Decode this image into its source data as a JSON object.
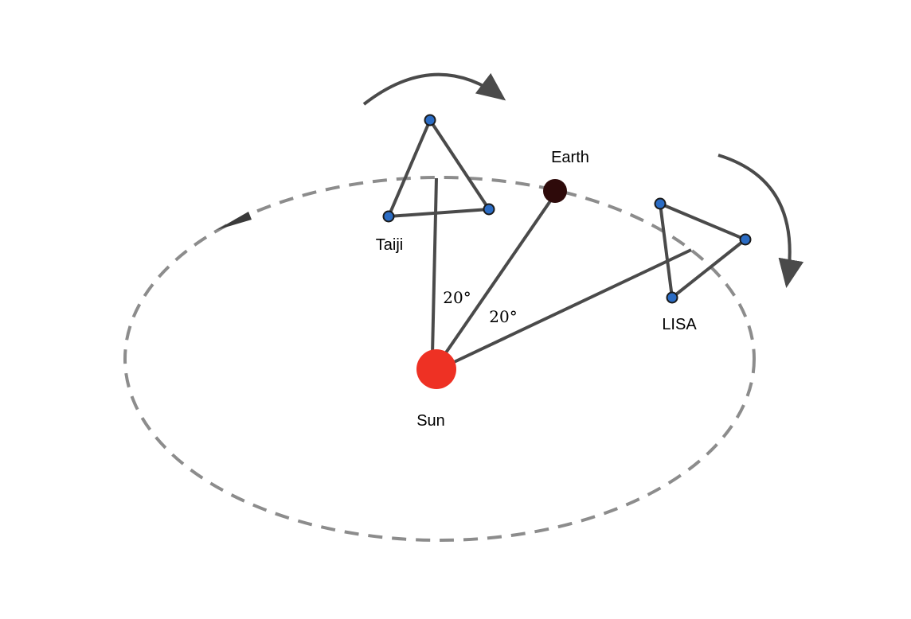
{
  "labels": {
    "earth": "Earth",
    "sun": "Sun",
    "taiji": "Taiji",
    "lisa": "LISA",
    "angle_taiji": "20°",
    "angle_lisa": "20°"
  },
  "colors": {
    "sun": "#ee3124",
    "earth": "#2e0a0a",
    "satellite": "#2b6cc4",
    "satellite_outline": "#1a1a1a",
    "line": "#4a4a4a",
    "orbit": "#8c8c8c",
    "arrow": "#4a4a4a"
  },
  "icons": {
    "orbit_direction": "orbit-direction-arrow-icon",
    "rotation_taiji": "rotation-arrow-icon",
    "rotation_lisa": "rotation-arrow-icon"
  }
}
